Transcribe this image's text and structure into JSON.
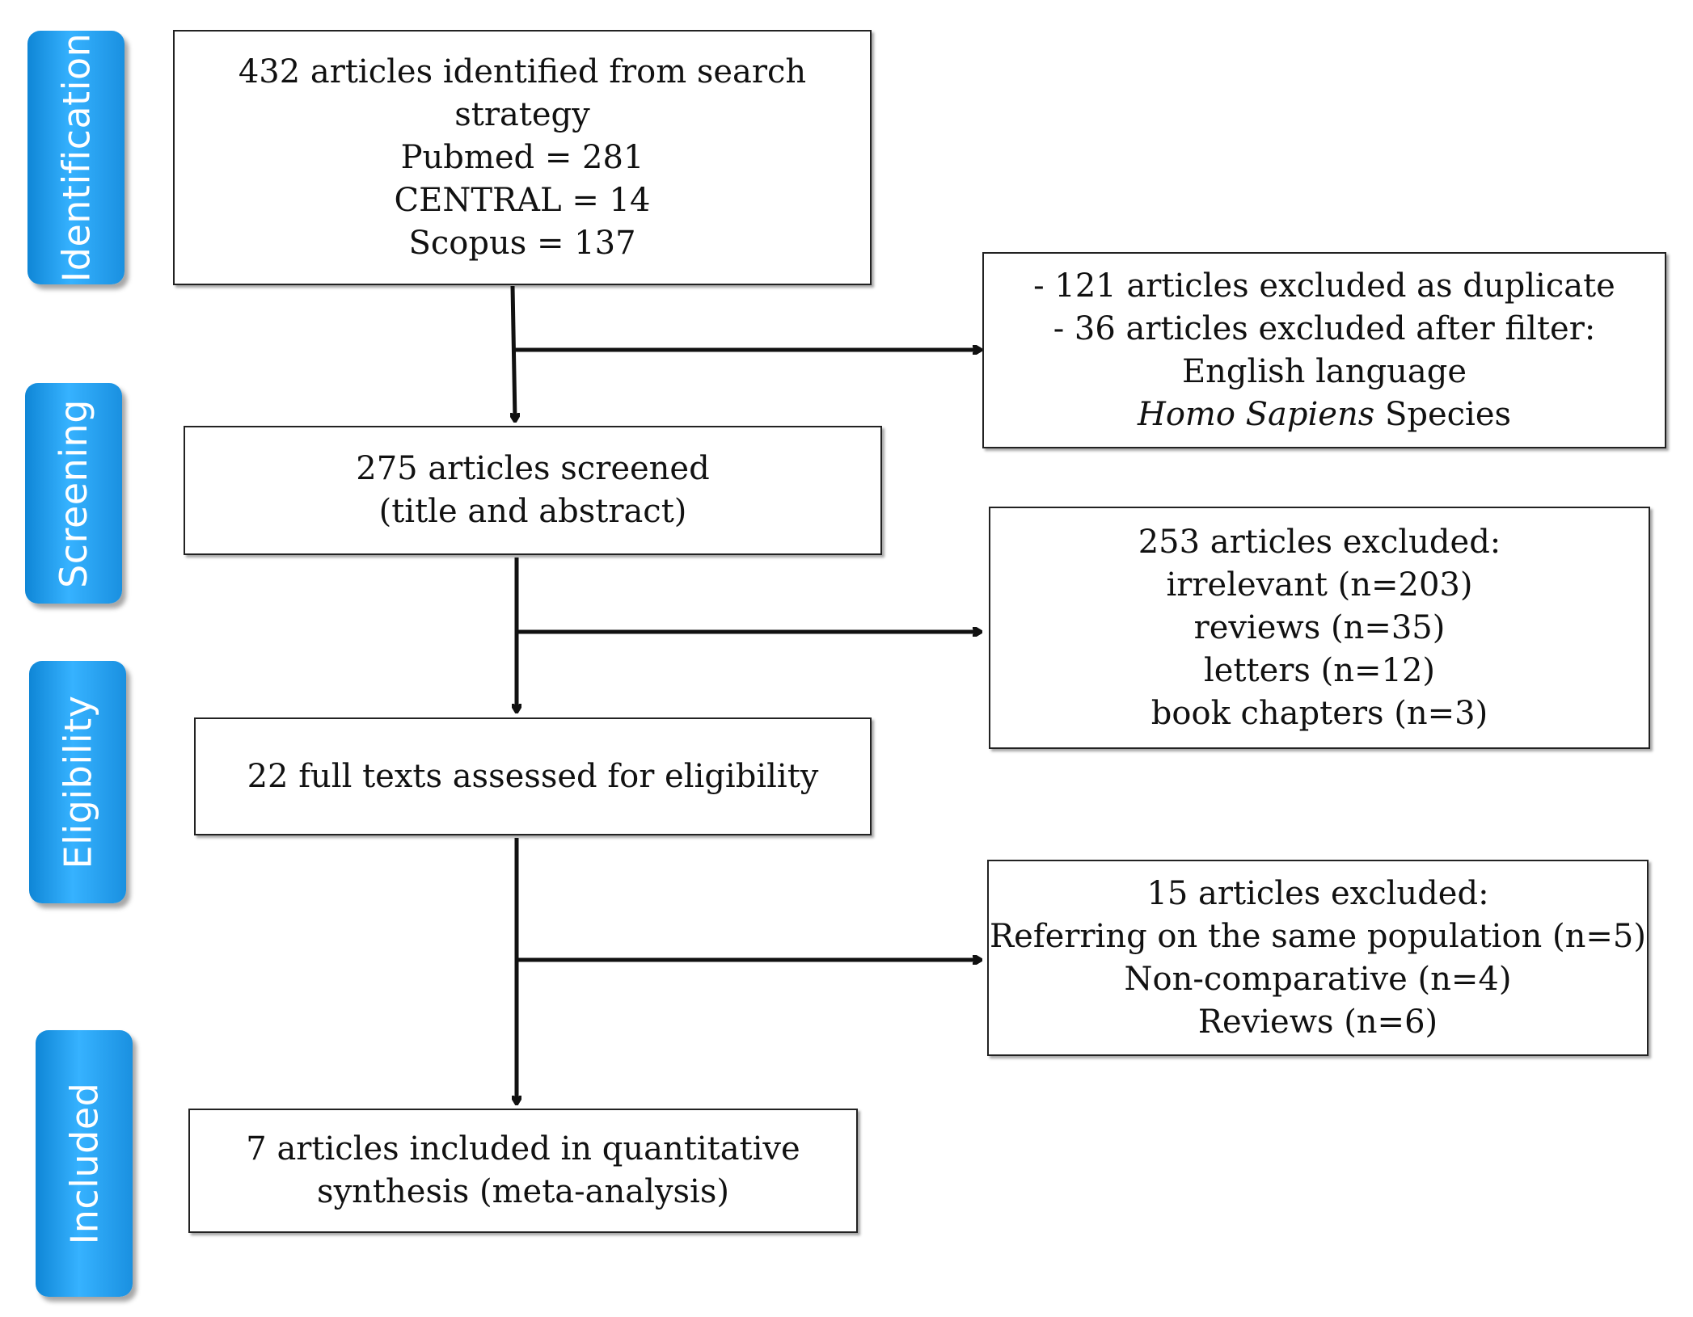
{
  "stages": [
    {
      "id": "identification",
      "label": "Identification"
    },
    {
      "id": "screening",
      "label": "Screening"
    },
    {
      "id": "eligibility",
      "label": "Eligibility"
    },
    {
      "id": "included",
      "label": "Included"
    }
  ],
  "boxes": {
    "identified": {
      "lines": [
        "432 articles identified from search",
        "strategy",
        "Pubmed = 281",
        "CENTRAL = 14",
        "Scopus = 137"
      ]
    },
    "excluded_duplicates": {
      "line1": "- 121 articles excluded as duplicate",
      "line2": "-  36 articles excluded after filter:",
      "line3": "English language",
      "line4_italic": "Homo Sapiens",
      "line4_rest": " Species"
    },
    "screened": {
      "lines": [
        "275 articles screened",
        "(title and abstract)"
      ]
    },
    "excluded_screening": {
      "lines": [
        "253 articles excluded:",
        "irrelevant (n=203)",
        "reviews (n=35)",
        "letters (n=12)",
        "book chapters (n=3)"
      ]
    },
    "full_texts": {
      "lines": [
        "22 full texts assessed for eligibility"
      ]
    },
    "excluded_eligibility": {
      "lines": [
        "15 articles excluded:",
        "Referring on the same population (n=5)",
        "Non-comparative (n=4)",
        "Reviews (n=6)"
      ]
    },
    "included": {
      "lines": [
        "7 articles included in quantitative",
        "synthesis (meta-analysis)"
      ]
    }
  }
}
